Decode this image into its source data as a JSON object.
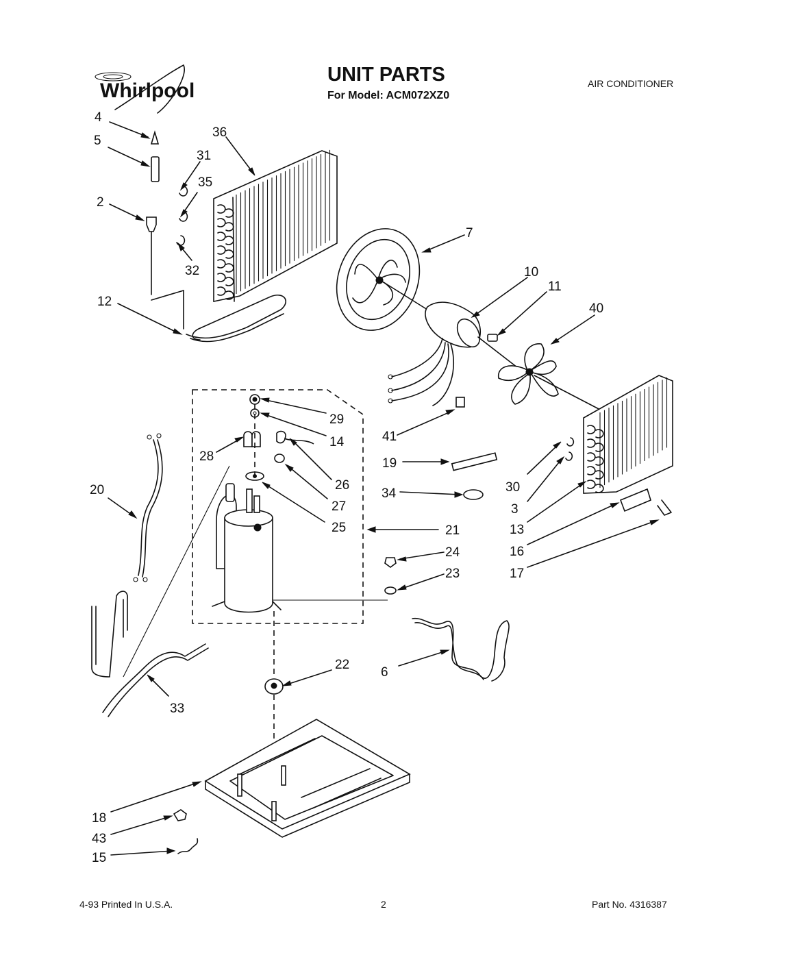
{
  "header": {
    "brand": "Whirlpool",
    "title": "UNIT PARTS",
    "subtitle": "For Model: ACM072XZ0",
    "category": "AIR CONDITIONER"
  },
  "footer": {
    "print_info": "4-93 Printed In U.S.A.",
    "page_number": "2",
    "part_number": "Part No. 4316387"
  },
  "callouts": [
    "4",
    "5",
    "2",
    "36",
    "31",
    "35",
    "32",
    "7",
    "12",
    "10",
    "11",
    "40",
    "29",
    "14",
    "28",
    "26",
    "27",
    "25",
    "21",
    "41",
    "19",
    "34",
    "30",
    "3",
    "13",
    "16",
    "17",
    "20",
    "24",
    "23",
    "22",
    "6",
    "33",
    "18",
    "43",
    "15"
  ]
}
